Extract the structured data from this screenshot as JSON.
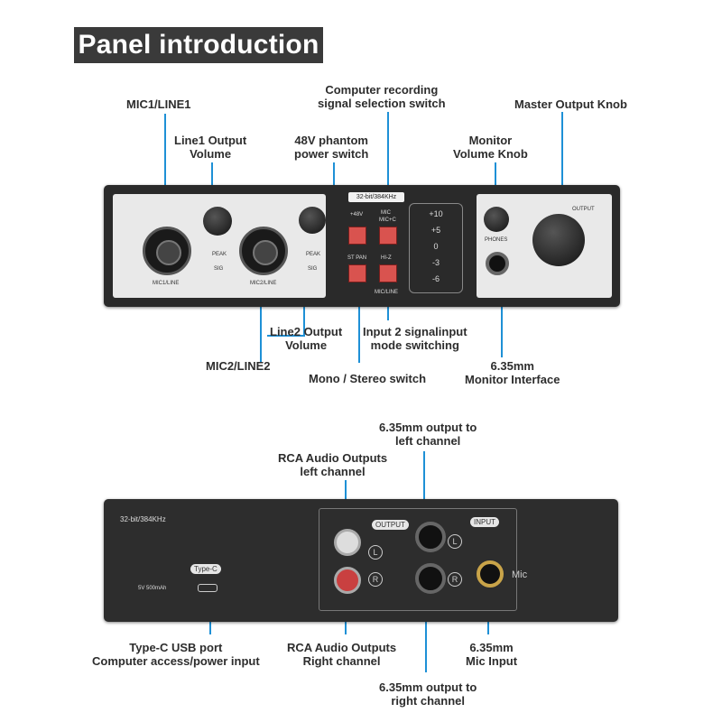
{
  "header": {
    "title": "Panel introduction"
  },
  "front_labels": {
    "mic1_line1": "MIC1/LINE1",
    "line1_output_volume": [
      "Line1 Output",
      "Volume"
    ],
    "phantom_48v": [
      "48V phantom",
      "power switch"
    ],
    "computer_recording": [
      "Computer recording",
      "signal selection switch"
    ],
    "monitor_volume_knob": [
      "Monitor",
      "Volume Knob"
    ],
    "master_output_knob": "Master Output Knob",
    "line2_output_volume": [
      "Line2 Output",
      "Volume"
    ],
    "input2_mode_switching": [
      "Input 2 signalinput",
      "mode switching"
    ],
    "mic2_line2": "MIC2/LINE2",
    "mono_stereo_switch": "Mono / Stereo switch",
    "monitor_interface": [
      "6.35mm",
      "Monitor Interface"
    ]
  },
  "front_device": {
    "badge": "32-bit/384KHz",
    "mic1_label": "MIC1/LINE",
    "mic2_label": "MIC2/LINE",
    "peak": "PEAK",
    "sig": "SIG",
    "plus48v": "+48V",
    "mic_label": "MIC",
    "mic_c": "MIC+C",
    "st_pan": "ST PAN",
    "hi_z": "HI-Z",
    "mic_line_bottom": "MIC/LINE",
    "meter": [
      "+10",
      "+5",
      "0",
      "-3",
      "-6"
    ],
    "phones": "PHONES",
    "output": "OUTPUT"
  },
  "back_labels": {
    "out_left_635": [
      "6.35mm output to",
      "left channel"
    ],
    "rca_left": [
      "RCA Audio Outputs",
      "left channel"
    ],
    "typec_port": [
      "Type-C USB port",
      "Computer access/power input"
    ],
    "rca_right": [
      "RCA Audio Outputs",
      "Right channel"
    ],
    "mic_input": [
      "6.35mm",
      "Mic Input"
    ],
    "out_right_635": [
      "6.35mm output to",
      "right channel"
    ]
  },
  "back_device": {
    "badge": "32-bit/384KHz",
    "output_pill": "OUTPUT",
    "input_pill": "INPUT",
    "typec_pill": "Type-C",
    "power_text": "5V 500mAh",
    "l": "L",
    "r": "R",
    "mic": "Mic"
  },
  "colors": {
    "callout_line": "#1e90d6",
    "button_red": "#d9534f"
  }
}
